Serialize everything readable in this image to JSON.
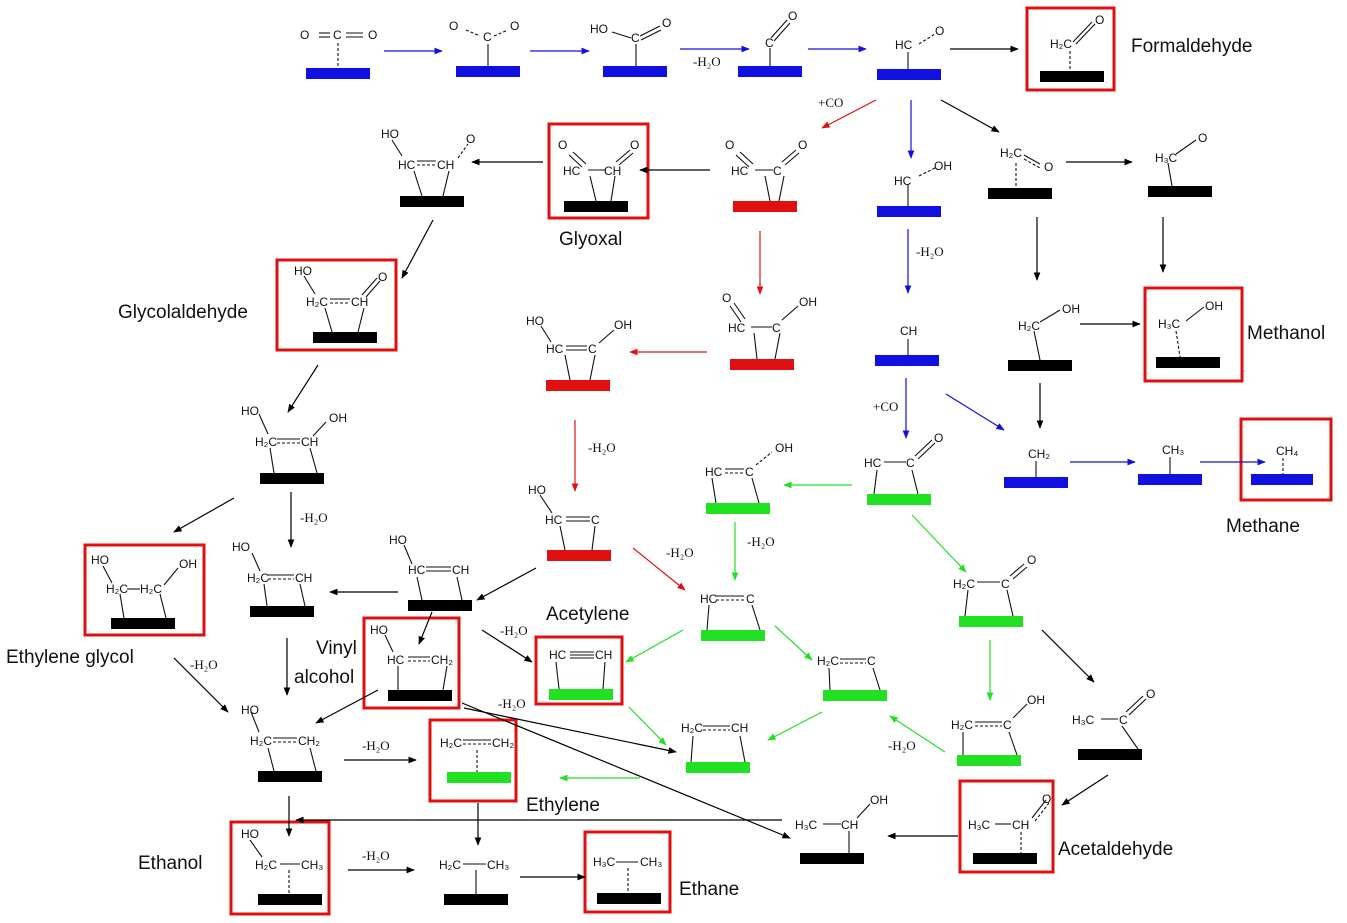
{
  "products": {
    "formaldehyde": "Formaldehyde",
    "glyoxal": "Glyoxal",
    "glycolaldehyde": "Glycolaldehyde",
    "methanol": "Methanol",
    "methane": "Methane",
    "ethylene_glycol": "Ethylene glycol",
    "acetylene": "Acetylene",
    "vinyl_alcohol_1": "Vinyl",
    "vinyl_alcohol_2": "alcohol",
    "ethylene": "Ethylene",
    "acetaldehyde": "Acetaldehyde",
    "ethanol": "Ethanol",
    "ethane": "Ethane"
  },
  "steps": {
    "minus_h2o": "-H₂O",
    "plus_co": "+CO"
  },
  "atoms": {
    "O": "O",
    "HO": "HO",
    "OH": "OH",
    "C": "C",
    "HC": "HC",
    "CH": "CH",
    "H2C": "H₂C",
    "CH2": "CH₂",
    "H3C": "H₃C",
    "CH3": "CH₃",
    "CH4": "CH₄"
  },
  "colors": {
    "blue": "#1010e0",
    "red": "#e01010",
    "green": "#22e022",
    "black": "#000000",
    "box": "#e01010"
  }
}
